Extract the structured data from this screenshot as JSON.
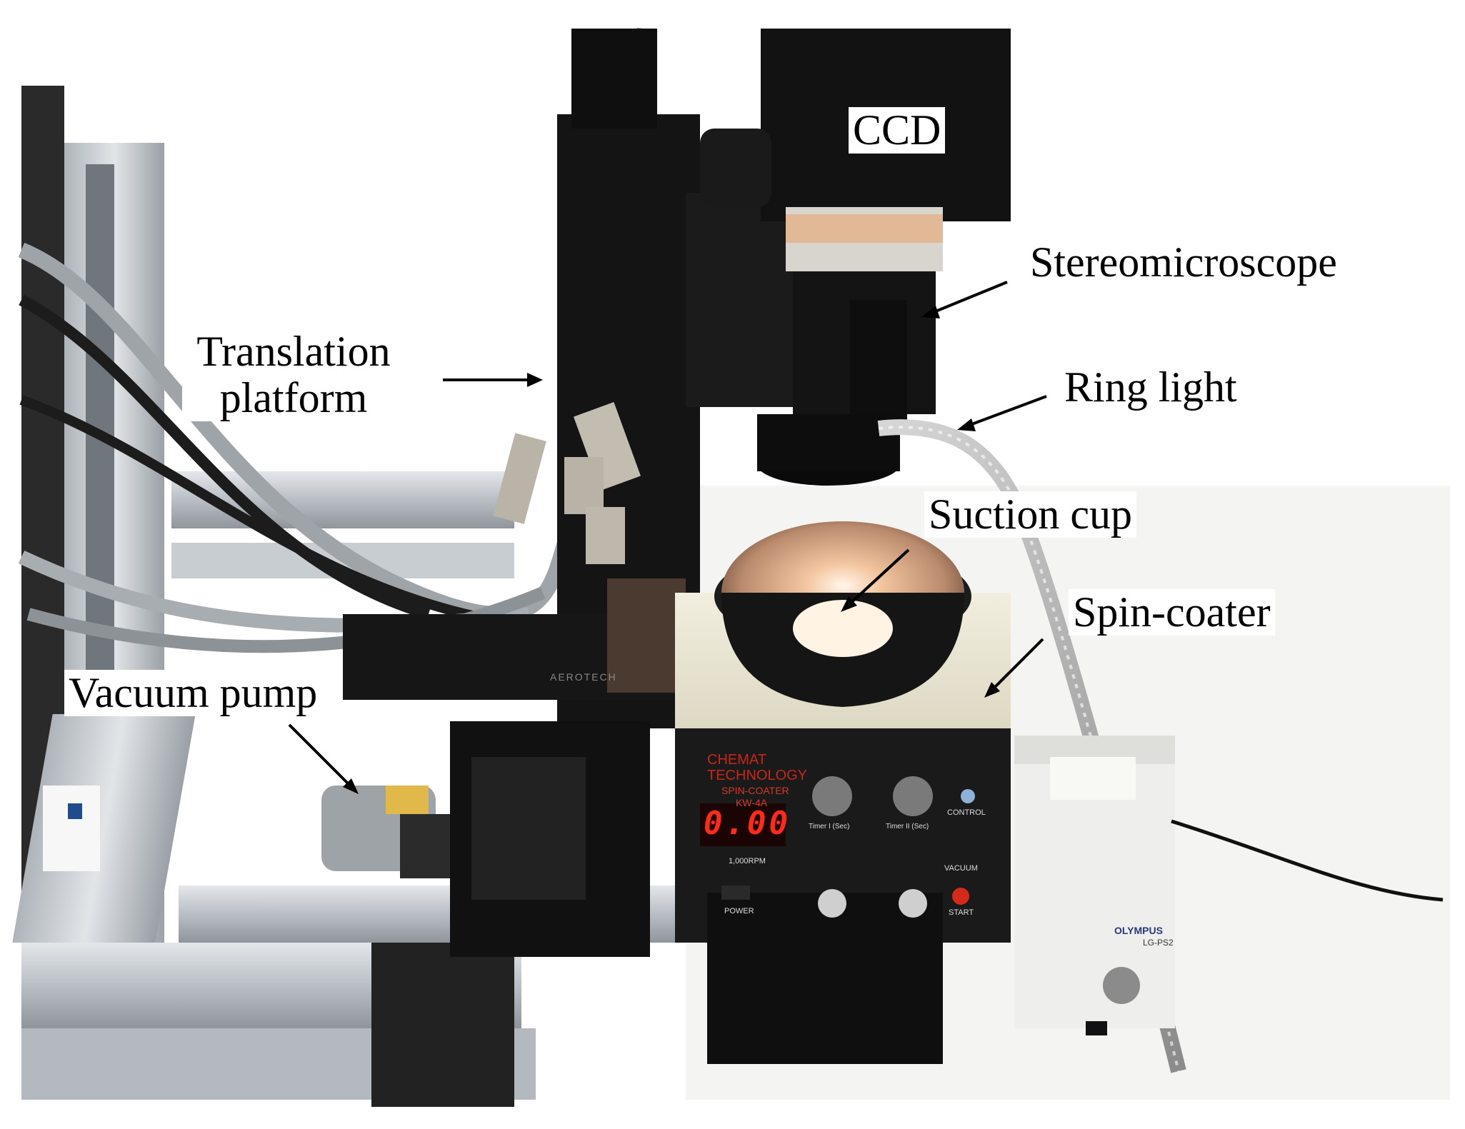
{
  "labels": {
    "ccd": "CCD",
    "stereomicroscope": "Stereomicroscope",
    "translation_platform_line1": "Translation",
    "translation_platform_line2": "platform",
    "ring_light": "Ring light",
    "suction_cup": "Suction cup",
    "spin_coater": "Spin-coater",
    "vacuum_pump": "Vacuum pump"
  },
  "device_text": {
    "brand_line1": "CHEMAT",
    "brand_line2": "TECHNOLOGY",
    "model_line1": "SPIN-COATER",
    "model_line2": "KW-4A",
    "display_value": "0.00",
    "rpm_unit": "1,000RPM",
    "power": "POWER",
    "control": "CONTROL",
    "vacuum": "VACUUM",
    "start": "START",
    "timer1": "Timer  I (Sec)",
    "timer2": "Timer  II (Sec)",
    "stage_brand": "AEROTECH",
    "light_source_brand": "OLYMPUS",
    "light_source_model": "LG-PS2"
  },
  "colors": {
    "background": "#ffffff",
    "equipment_dark": "#141414",
    "aluminum": "#c9ced3",
    "spin_coater_body": "#ece8d6",
    "display_red": "#ff2a1a",
    "glow": "#f3c9a0"
  }
}
